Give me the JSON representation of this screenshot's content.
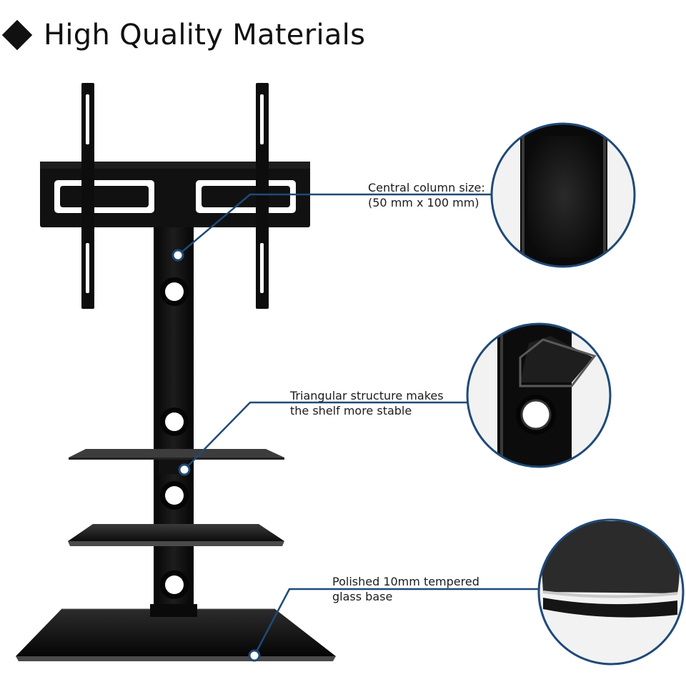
{
  "heading": {
    "bullet": "diamond-icon",
    "text": "High Quality Materials"
  },
  "callouts": [
    {
      "line1": "Central column size:",
      "line2": "(50 mm x 100 mm)"
    },
    {
      "line1": "Triangular structure makes",
      "line2": "the shelf more stable"
    },
    {
      "line1": "Polished 10mm tempered",
      "line2": "glass base"
    }
  ],
  "colors": {
    "accent": "#1f4a78",
    "product": "#121212",
    "background": "#ffffff"
  }
}
